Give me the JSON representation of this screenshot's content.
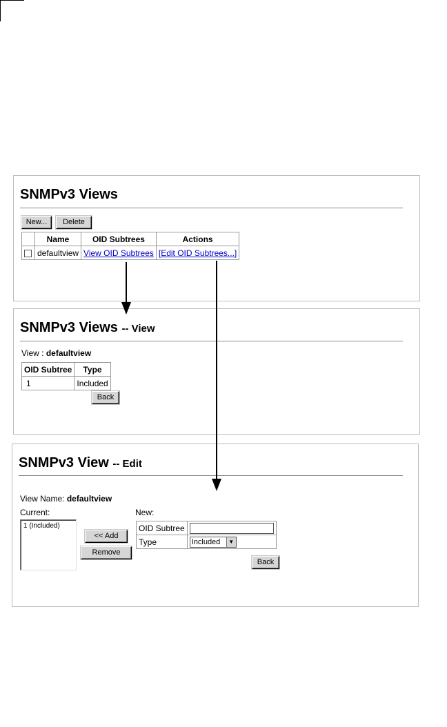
{
  "views_list": {
    "title": "SNMPv3 Views",
    "new_label": "New...",
    "delete_label": "Delete",
    "columns": {
      "name": "Name",
      "oid": "OID Subtrees",
      "actions": "Actions"
    },
    "rows": [
      {
        "name": "defaultview",
        "oid_link": "View OID Subtrees",
        "action_link": "[Edit OID Subtrees...]"
      }
    ]
  },
  "view_page": {
    "title": "SNMPv3 Views",
    "subtitle": "-- View",
    "view_label": "View :",
    "view_name": "defaultview",
    "columns": {
      "oid": "OID Subtree",
      "type": "Type"
    },
    "rows": [
      {
        "oid": "1",
        "type": "Included"
      }
    ],
    "back_label": "Back"
  },
  "edit_page": {
    "title": "SNMPv3 View",
    "subtitle": "-- Edit",
    "view_name_label": "View Name:",
    "view_name": "defaultview",
    "current_label": "Current:",
    "current_items": [
      "1 (Included)"
    ],
    "add_label": "<< Add",
    "remove_label": "Remove",
    "new_label": "New:",
    "oid_subtree_label": "OID Subtree",
    "oid_subtree_value": "",
    "type_label": "Type",
    "type_selected": "Included",
    "back_label": "Back"
  }
}
